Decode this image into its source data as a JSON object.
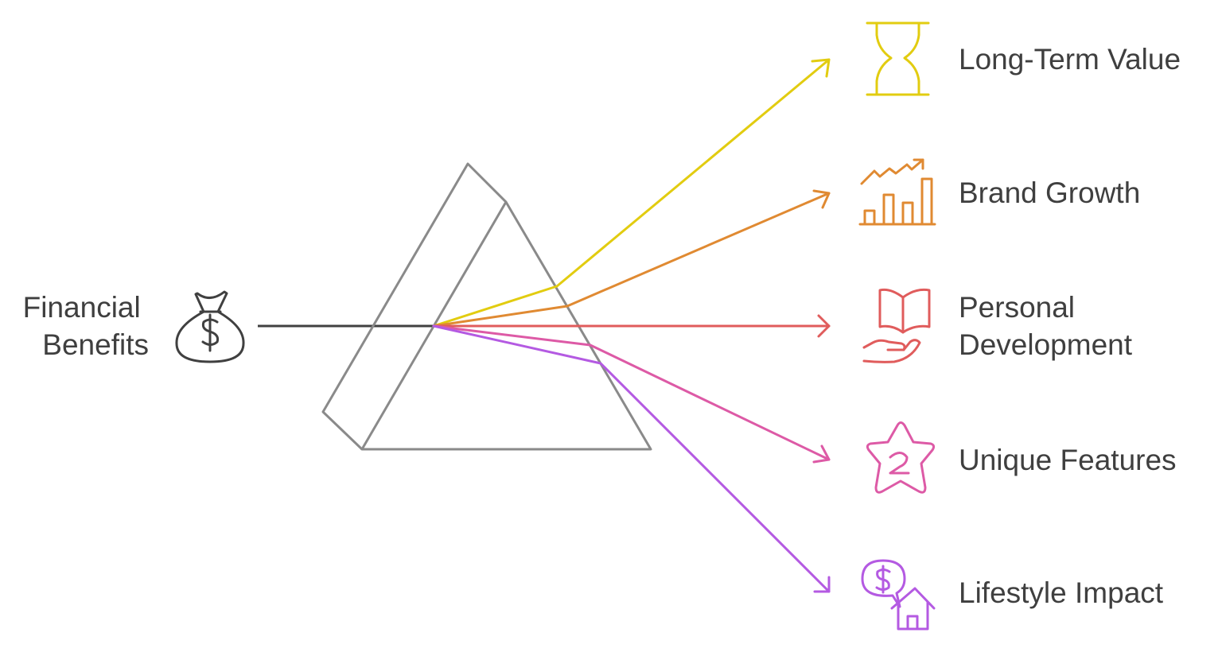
{
  "source": {
    "label_lines": [
      "Financial",
      "Benefits"
    ],
    "icon": "money-bag-icon",
    "color": "#404040"
  },
  "prism": {
    "color": "#8a8a8a"
  },
  "outputs": [
    {
      "label_lines": [
        "Long-Term Value"
      ],
      "icon": "hourglass-icon",
      "color": "#e2cc10"
    },
    {
      "label_lines": [
        "Brand Growth"
      ],
      "icon": "growth-chart-icon",
      "color": "#e08a32"
    },
    {
      "label_lines": [
        "Personal",
        "Development"
      ],
      "icon": "book-in-hand-icon",
      "color": "#e05c5c"
    },
    {
      "label_lines": [
        "Unique Features"
      ],
      "icon": "star-number-icon",
      "color": "#dd5aa6"
    },
    {
      "label_lines": [
        "Lifestyle Impact"
      ],
      "icon": "money-house-icon",
      "color": "#b45ae2"
    }
  ]
}
